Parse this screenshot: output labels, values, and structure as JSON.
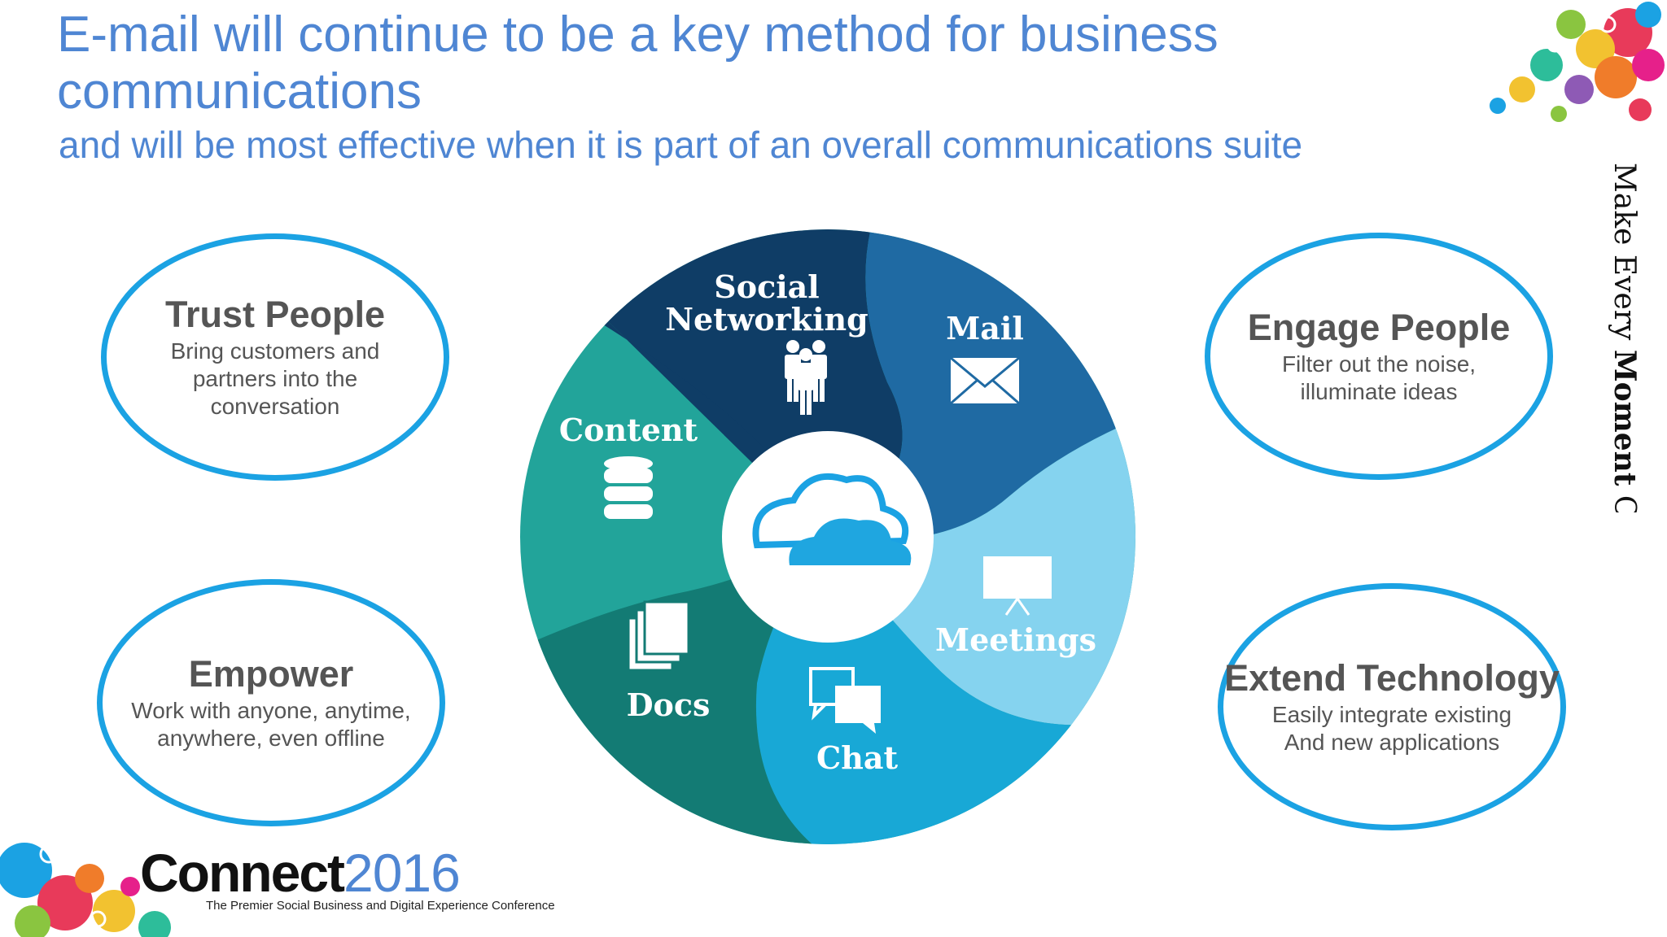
{
  "slide": {
    "title": "E-mail will continue to be a key method for business communications",
    "subtitle": "and will be most effective when it is part of an overall communications suite",
    "vertical_tagline": {
      "part1": "Make Every ",
      "bold": "Moment",
      "part2": " Count"
    }
  },
  "ovals": [
    {
      "title": "Trust People",
      "desc": "Bring customers and\npartners into the\nconversation"
    },
    {
      "title": "Empower",
      "desc": "Work with anyone, anytime,\nanywhere, even offline"
    },
    {
      "title": "Engage People",
      "desc": "Filter out the noise,\nilluminate ideas"
    },
    {
      "title": "Extend Technology",
      "desc": "Easily integrate existing\nAnd new applications"
    }
  ],
  "wheel": {
    "segments": [
      {
        "label": "Social",
        "label2": "Networking",
        "color": "#0f3d66",
        "icon": "people-icon"
      },
      {
        "label": "Mail",
        "color": "#1f6aa3",
        "icon": "envelope-icon"
      },
      {
        "label": "Meetings",
        "color": "#85d3ef",
        "icon": "presentation-board-icon"
      },
      {
        "label": "Chat",
        "color": "#18a8d6",
        "icon": "chat-bubbles-icon"
      },
      {
        "label": "Docs",
        "color": "#137b74",
        "icon": "documents-icon"
      },
      {
        "label": "Content",
        "color": "#22a49a",
        "icon": "database-icon"
      }
    ],
    "center_icon": "cloud-icon"
  },
  "footer": {
    "brand": "Connect",
    "year": "2016",
    "tagline": "The Premier Social Business and Digital Experience Conference"
  }
}
